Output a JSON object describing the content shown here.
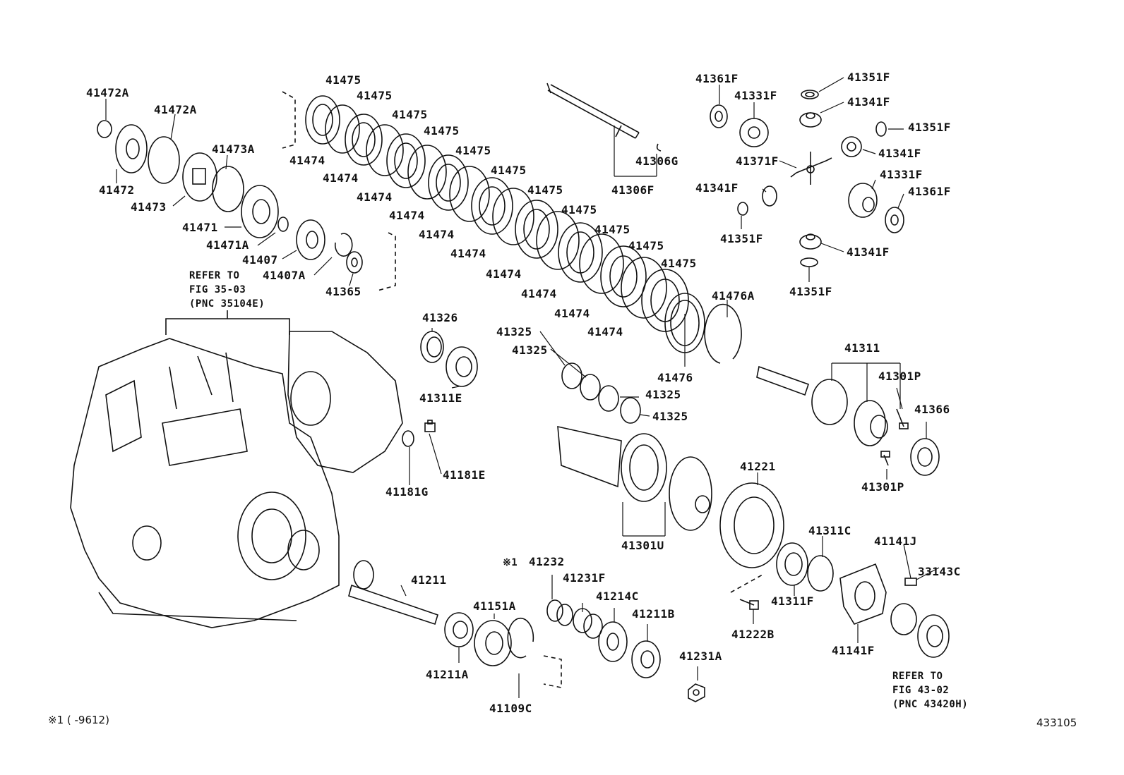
{
  "diagram": {
    "part_labels": [
      "41472A",
      "41472A",
      "41473A",
      "41472",
      "41473",
      "41471",
      "41471A",
      "41407",
      "41407A",
      "41365",
      "41475",
      "41475",
      "41475",
      "41475",
      "41475",
      "41475",
      "41475",
      "41475",
      "41475",
      "41475",
      "41475",
      "41474",
      "41474",
      "41474",
      "41474",
      "41474",
      "41474",
      "41474",
      "41474",
      "41474",
      "41474",
      "41476A",
      "41476",
      "41306G",
      "41306F",
      "41361F",
      "41331F",
      "41351F",
      "41341F",
      "41351F",
      "41341F",
      "41371F",
      "41341F",
      "41331F",
      "41361F",
      "41351F",
      "41341F",
      "41351F",
      "41326",
      "41311E",
      "41325",
      "41325",
      "41325",
      "41325",
      "41311",
      "41301P",
      "41366",
      "41301P",
      "41181G",
      "41181E",
      "41301U",
      "41221",
      "41311C",
      "41311F",
      "41141J",
      "33143C",
      "41141F",
      "41222B",
      "41211",
      "41211A",
      "41151A",
      "41109C",
      "41232",
      "41231F",
      "41214C",
      "41211B",
      "41231A"
    ],
    "refer_notes": [
      [
        "REFER TO",
        "FIG 35-03",
        "(PNC 35104E)"
      ],
      [
        "REFER TO",
        "FIG 43-02",
        "(PNC 43420H)"
      ]
    ],
    "footnote_mark": "※1",
    "footnote": "※1 (      -9612)",
    "figure_number": "433105"
  }
}
